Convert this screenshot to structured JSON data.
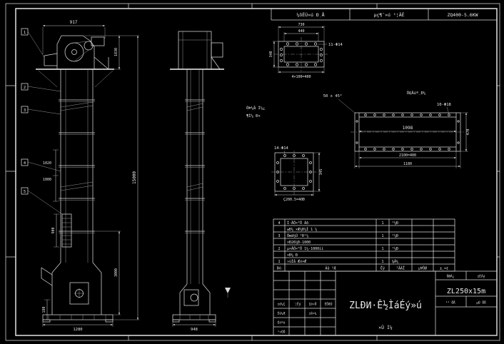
{
  "sheet": {
    "header_strip": {
      "reducer_label": "¼õËÙ»ú ÐͺÅ",
      "motor_label": "µç¶¯»ú ¹¦ÂÊ",
      "model_value": "ZQ400-5.6KW"
    }
  },
  "front_view": {
    "balloons": [
      "1",
      "2",
      "3",
      "4",
      "5"
    ],
    "dims": {
      "head_width": "917",
      "head_height": "1830",
      "overall_height": "15000",
      "lower_section": "3000",
      "joint_upper": "1020",
      "joint_lower": "1000",
      "bucket_pitch": "900",
      "boot_offset": "180",
      "base_width": "1280"
    }
  },
  "side_view": {
    "dims": {
      "base_width": "948"
    }
  },
  "detail_top_flange": {
    "holes_note": "11-Φ14",
    "dims": {
      "outer_width": "730",
      "bolt_span": "440",
      "height": "340",
      "bolt_spacing": "4×100=400"
    }
  },
  "detail_casing": {
    "chamfer_note": "50 x 45°",
    "weld_note": "ÖܱßÂúº¸Ð¼",
    "holes_note": "10-Φ18",
    "notes": [
      "ÓÞ¼å Ì¼¿",
      "¶Ì¼ Ð×"
    ],
    "dims": {
      "inner_length": "1098",
      "bolt_spacing": "2100=400",
      "outer_length": "1180",
      "height": "470"
    }
  },
  "detail_bottom_flange": {
    "holes_note": "14-Φ14",
    "dims": {
      "bolt_spacing": "Ç200.5=40Ð",
      "height": "345"
    }
  },
  "bom": {
    "header": [
      "Ðò",
      "Ãû ³Æ",
      "Êý",
      "²ÄÁÏ",
      "µ¥ÖØ",
      "±¸×¢"
    ],
    "rows": [
      [
        "4",
        "Í·ÂÖ×°Ö Áð",
        "1",
        "¹¼Ð",
        "",
        ""
      ],
      [
        "",
        "±Ð¼ ×Æ¼Ð¼Ì 1 ¼",
        "",
        "",
        "",
        ""
      ],
      [
        "3",
        "Öмä½Ú ¹Ð¹¼",
        "1",
        "¹¼Ð",
        "",
        ""
      ],
      [
        "",
        "×Ð26¼Ð-1000",
        "",
        "",
        "",
        ""
      ],
      [
        "2",
        "µ×ÂÖ×°Ö 1¼-1000ìì",
        "1",
        "¹¼Ð",
        "",
        ""
      ],
      [
        "",
        "×Ð¼ Ð",
        "",
        "",
        "",
        ""
      ],
      [
        "1",
        "»úÌå Ǽл×Ǽ",
        "1",
        "׃¼Á¼",
        "",
        ""
      ]
    ]
  },
  "title_block": {
    "sign_labels": [
      "±ê¼Ç",
      "´¦Êý",
      "Ç©×Ö",
      "ÈÕÆÚ",
      "Éè¼Æ",
      "Éóºè",
      "¹¤ÒÕ",
      "±ê×¼"
    ],
    "title_main": "ZLÐͶ·Ê½ÌáÉý»ú",
    "title_sub": "×Ü Í¼",
    "model": "ZL250x15m",
    "weight_label": "ÖØÁ¿",
    "scale_label": "±ÈÀý",
    "sheets_label": "¹² ÕÅ",
    "sheet_no_label": "µÚ ÕÅ"
  }
}
